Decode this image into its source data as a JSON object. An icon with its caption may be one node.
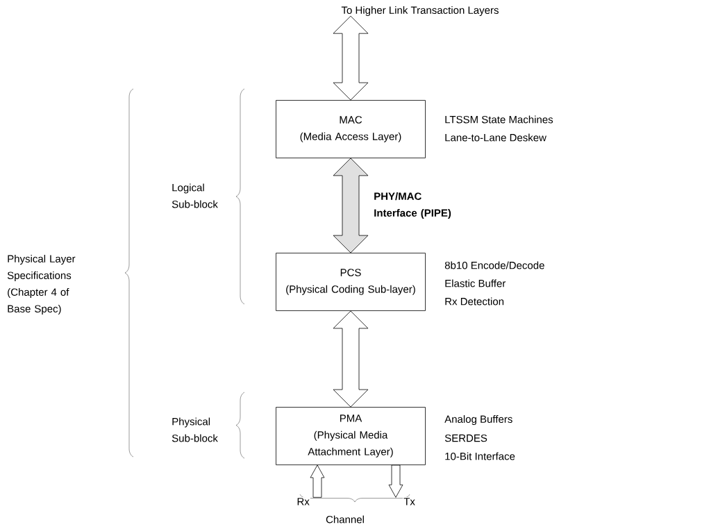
{
  "diagram": {
    "nodes": [
      {
        "text": [
          "To Higher Link Transaction Layers"
        ]
      },
      {
        "text": [
          "MAC",
          "(Media Access Layer)"
        ],
        "beside": [
          "LTSSM State Machines",
          "Lane-to-Lane Deskew"
        ]
      },
      {
        "text": [
          "PCS",
          "(Physical Coding Sub-layer)"
        ],
        "beside": [
          "8b10 Encode/Decode",
          "Elastic Buffer",
          "Rx Detection"
        ]
      },
      {
        "text": [
          "PMA",
          "(Physical Media Attachment Layer)"
        ],
        "beside": [
          "Analog Buffers",
          "SERDES",
          "10-Bit Interface"
        ]
      },
      {
        "text": [
          "Channel"
        ]
      }
    ],
    "edges": [
      {
        "from": 0,
        "to": 1,
        "arrow": "both"
      },
      {
        "from": 1,
        "to": 2,
        "arrow": "both",
        "label": "PHY/MAC Interface (PIPE)",
        "color": "#e0e0e0"
      },
      {
        "from": 2,
        "to": 3,
        "arrow": "both"
      },
      {
        "from": 4,
        "to": 3,
        "arrow": "to",
        "label": "Rx"
      },
      {
        "from": 3,
        "to": 4,
        "arrow": "to",
        "label": "Tx"
      }
    ],
    "labels": [
      "Logical Sub-block",
      "Physical Layer Specifications (Chapter 4 of Base Spec)",
      "Physical Sub-block"
    ]
  }
}
